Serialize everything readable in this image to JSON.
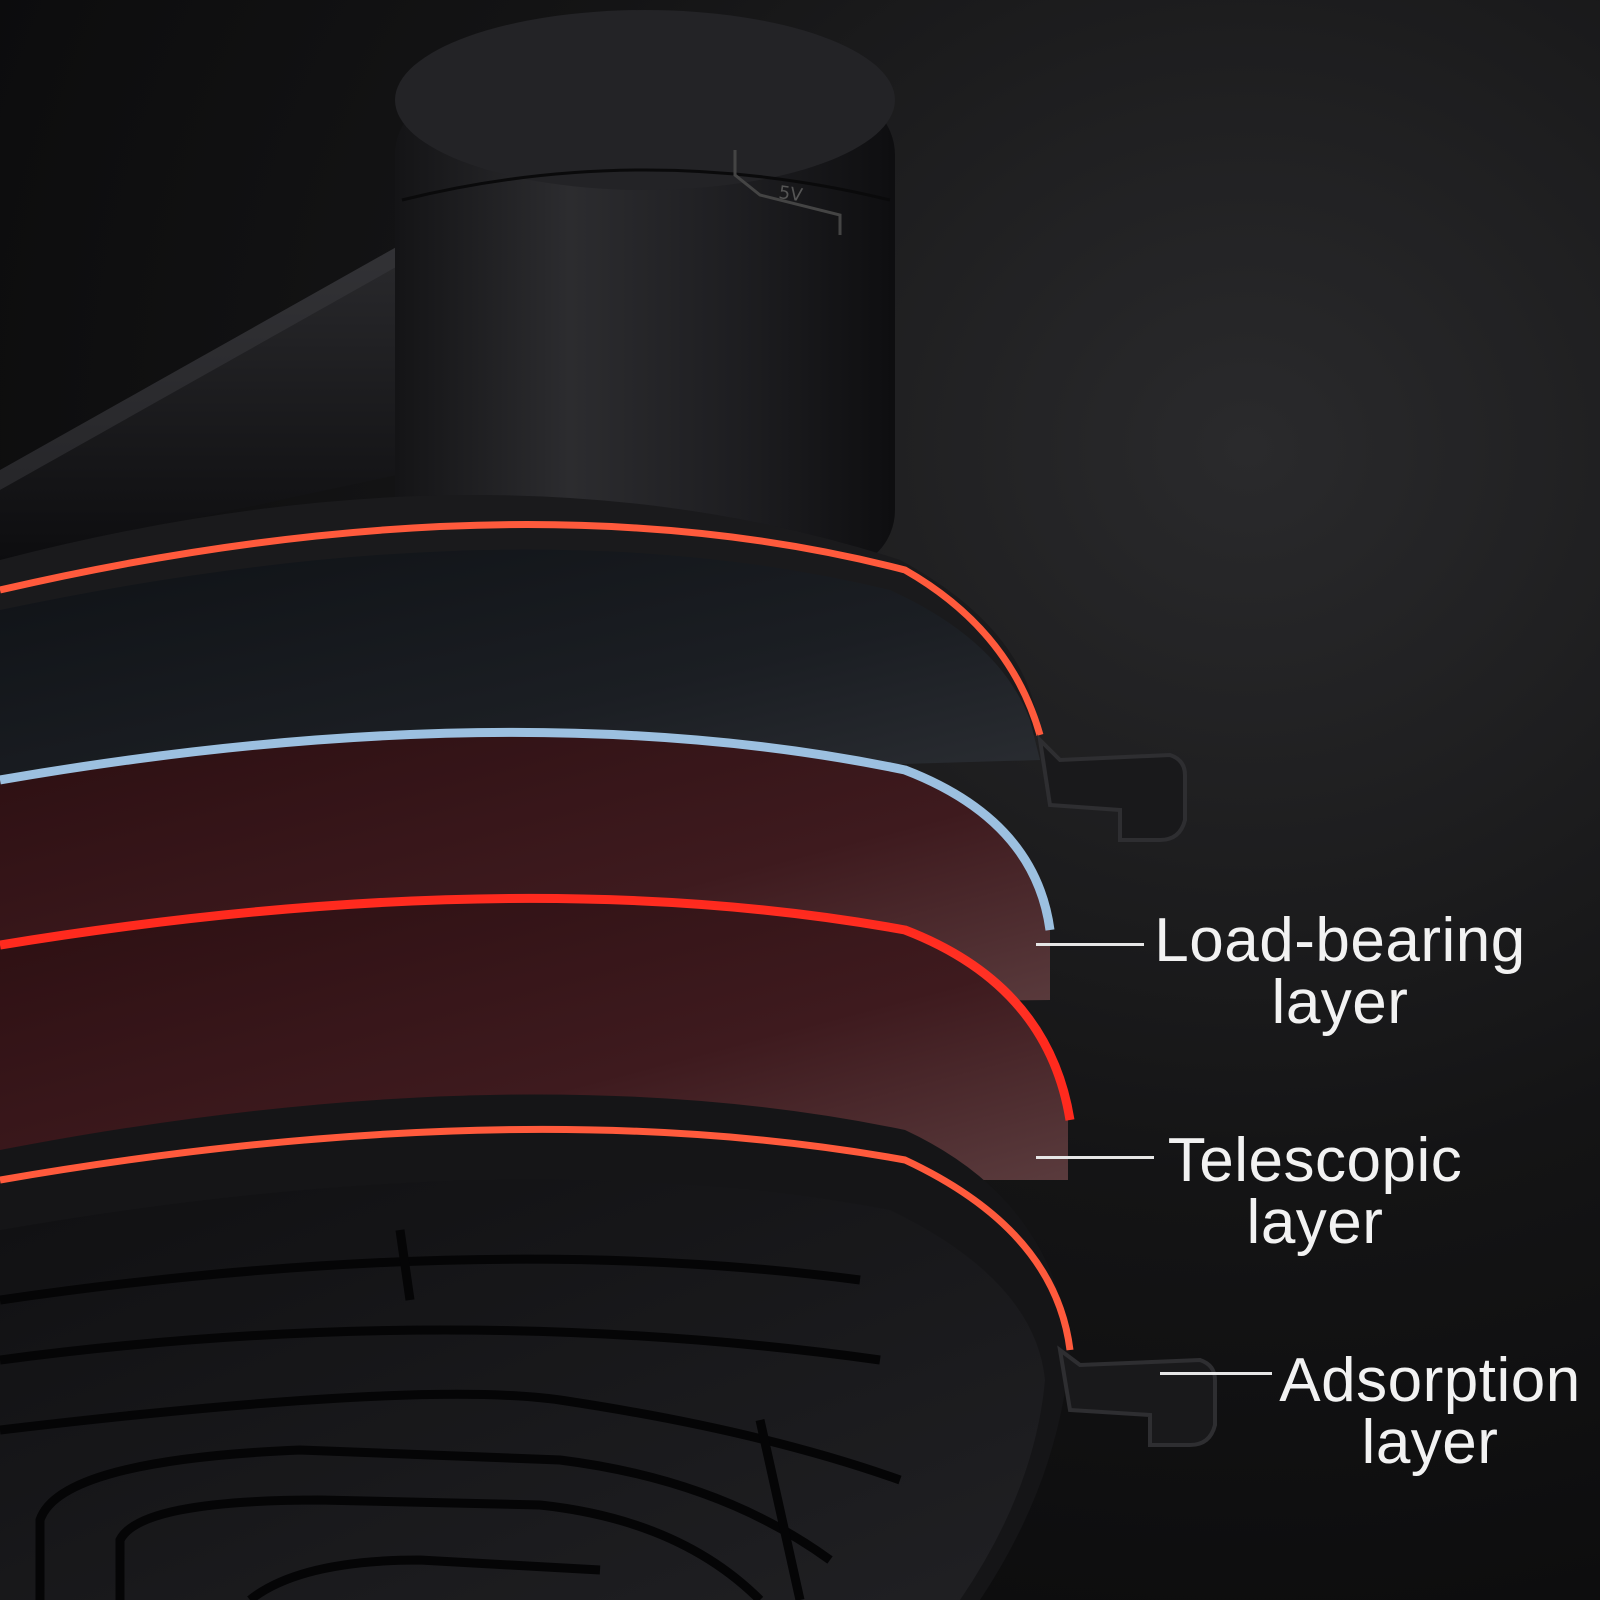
{
  "labels": [
    {
      "line1": "Load-bearing",
      "line2": "layer"
    },
    {
      "line1": "Telescopic",
      "line2": "layer"
    },
    {
      "line1": "Adsorption",
      "line2": "layer"
    }
  ],
  "engraving": "5V",
  "colors": {
    "background": "#0b0b0c",
    "body": "#1c1c1e",
    "accent_red": "#ff3a2e",
    "accent_blue": "#8fb4d8",
    "telescopic_fill": "#3a1c20",
    "text": "#f2f2f2"
  }
}
